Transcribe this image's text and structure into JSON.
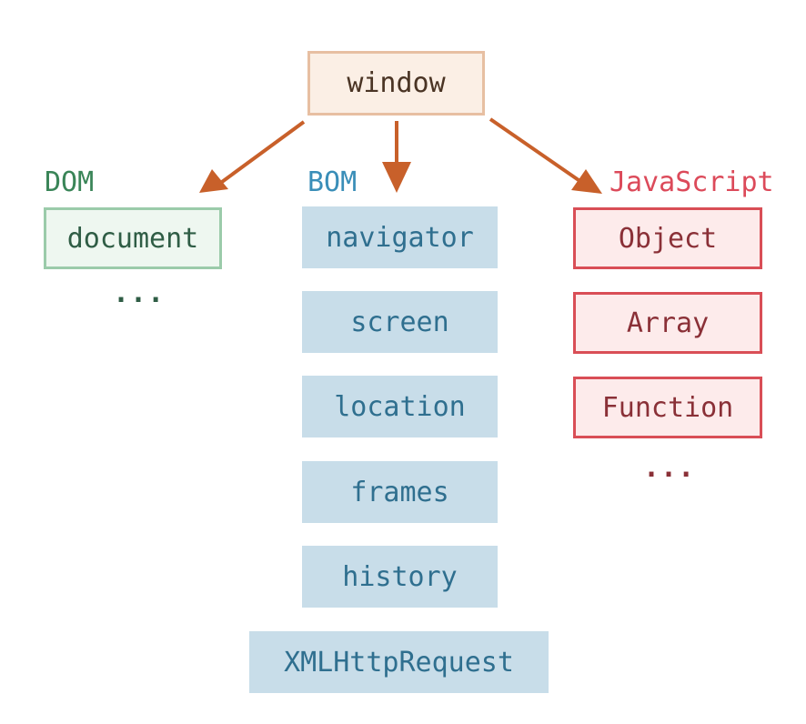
{
  "root": {
    "label": "window"
  },
  "groups": {
    "dom": {
      "heading": "DOM",
      "items": [
        "document"
      ],
      "more": "..."
    },
    "bom": {
      "heading": "BOM",
      "items": [
        "navigator",
        "screen",
        "location",
        "frames",
        "history",
        "XMLHttpRequest"
      ]
    },
    "javascript": {
      "heading": "JavaScript",
      "items": [
        "Object",
        "Array",
        "Function"
      ],
      "more": "..."
    }
  },
  "colors": {
    "arrow": "#c8602a",
    "dom": "#3a8558",
    "bom": "#3a8eb8",
    "javascript": "#dc4a5a",
    "window_border": "#e7bfa2"
  }
}
